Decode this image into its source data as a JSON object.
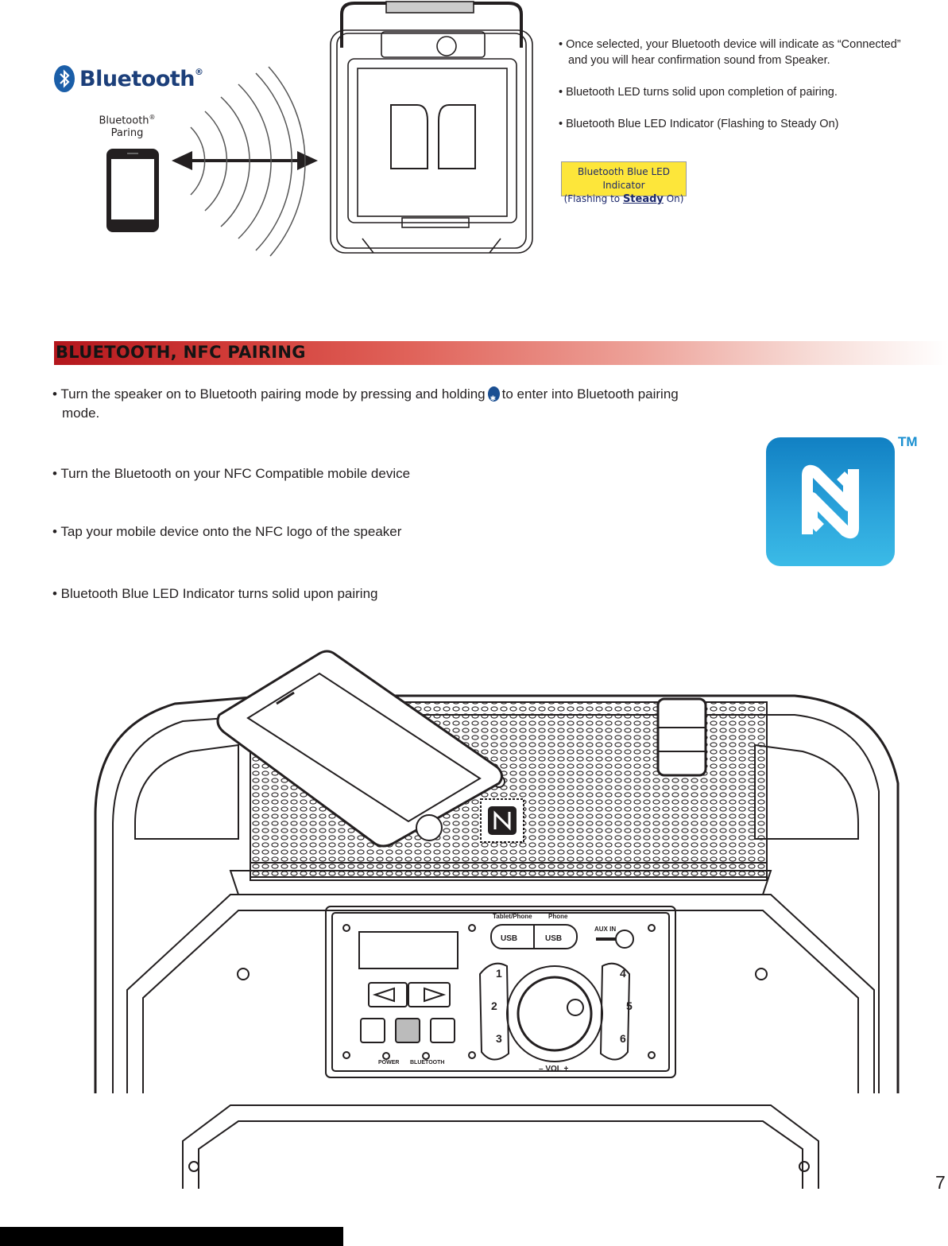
{
  "top": {
    "bluetooth_brand": "Bluetooth",
    "bluetooth_reg": "®",
    "pairing_caption_line1": "Bluetooth",
    "pairing_caption_reg": "®",
    "pairing_caption_line2": "Paring",
    "notes": [
      "• Once selected, your Bluetooth device will indicate as “Connected”",
      "and you will hear confirmation sound from Speaker.",
      "• Bluetooth LED turns solid upon completion of pairing.",
      "• Bluetooth Blue LED Indicator (Flashing to Steady On)"
    ],
    "led_box": {
      "line1": "Bluetooth Blue LED Indicator",
      "line2_prefix": "(Flashing to ",
      "line2_steady": "Steady",
      "line2_suffix": " On)"
    }
  },
  "section": {
    "title": "BLUETOOTH, NFC PAIRING"
  },
  "steps": {
    "step1_a": "• Turn the speaker on to Bluetooth pairing mode by pressing and holding",
    "step1_b": "to enter into Bluetooth pairing",
    "step1_c": "mode.",
    "step2": "• Turn the Bluetooth on your NFC Compatible mobile device",
    "step3": "• Tap your mobile device onto the NFC logo of the speaker",
    "step4": "• Bluetooth Blue LED Indicator turns solid upon pairing"
  },
  "nfc": {
    "tm": "TM",
    "brand_color": "#1a8fd0"
  },
  "panel": {
    "tablet_phone": "Tablet/Phone",
    "phone": "Phone",
    "usb1": "USB",
    "usb2": "USB",
    "aux_in": "AUX IN",
    "power": "POWER",
    "bluetooth": "BLUETOOTH",
    "vol": "–  VOL  +",
    "presets": [
      "1",
      "2",
      "3",
      "4",
      "5",
      "6"
    ]
  },
  "page": {
    "number": "7"
  }
}
